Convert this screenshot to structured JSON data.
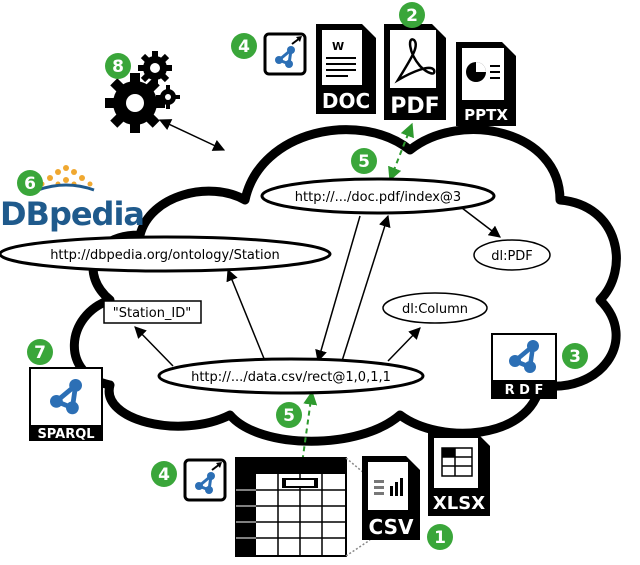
{
  "nodes": {
    "pdf_uri": "http://.../doc.pdf/index@3",
    "station_uri": "http://dbpedia.org/ontology/Station",
    "dl_pdf": "dl:PDF",
    "station_id": "\"Station_ID\"",
    "dl_column": "dl:Column",
    "csv_uri": "http://.../data.csv/rect@1,0,1,1"
  },
  "badges": {
    "b1": "1",
    "b2": "2",
    "b3": "3",
    "b4_top": "4",
    "b4_bottom": "4",
    "b5_top": "5",
    "b5_bottom": "5",
    "b6": "6",
    "b7": "7",
    "b8": "8"
  },
  "files": {
    "doc": "DOC",
    "pdf": "PDF",
    "pptx": "PPTX",
    "xlsx": "XLSX",
    "csv": "CSV",
    "doc_mark": "W"
  },
  "logos": {
    "dbpedia": "DBpedia",
    "rdf": "R D F",
    "sparql": "SPARQL"
  },
  "colors": {
    "badge_green": "#3aa63a",
    "dbpedia_blue": "#1f5a8c",
    "dbpedia_orange": "#f0a830",
    "rdf_blue": "#2c6fb5",
    "link_green": "#2e9a2e",
    "ink": "#000000"
  }
}
